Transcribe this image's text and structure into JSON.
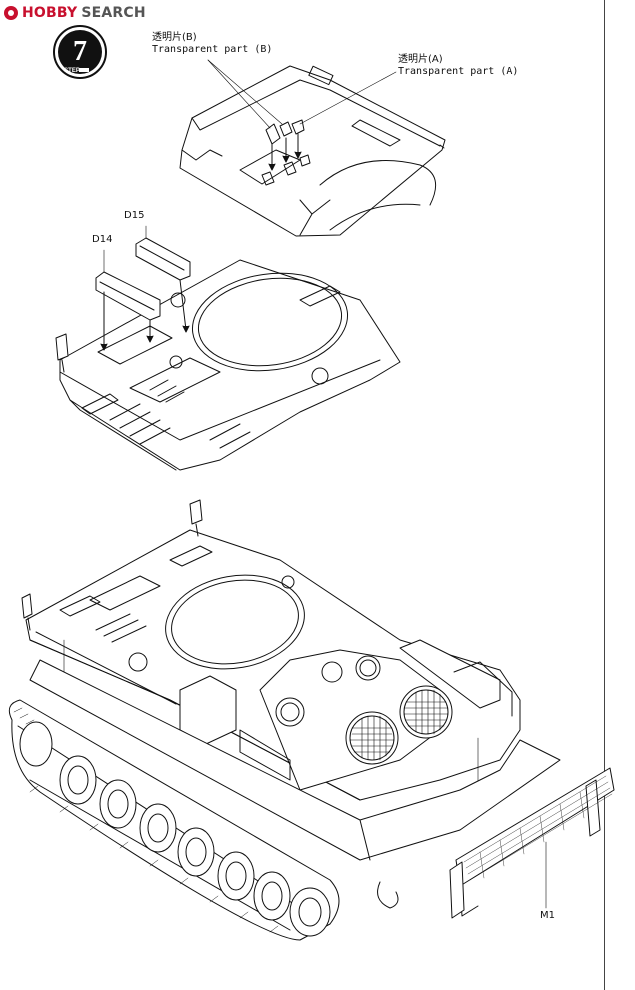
{
  "watermark": {
    "part1": "HOBBY",
    "part2": "SEARCH"
  },
  "step": {
    "number": "7",
    "label": "STEP"
  },
  "callouts": {
    "part_b_jp": "透明片(B)",
    "part_b_en": "Transparent part (B)",
    "part_a_jp": "透明片(A)",
    "part_a_en": "Transparent part (A)"
  },
  "parts": {
    "d15": "D15",
    "d14": "D14",
    "m1": "M1"
  }
}
